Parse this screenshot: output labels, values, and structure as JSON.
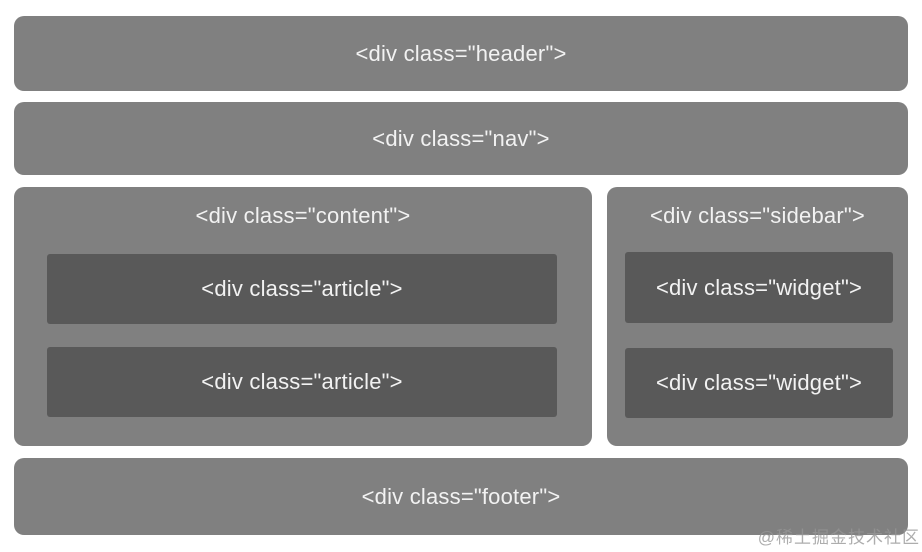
{
  "diagram": {
    "blocks": {
      "header": {
        "label": "<div class=\"header\">"
      },
      "nav": {
        "label": "<div class=\"nav\">"
      },
      "content": {
        "label": "<div class=\"content\">",
        "children": [
          {
            "label": "<div class=\"article\">"
          },
          {
            "label": "<div class=\"article\">"
          }
        ]
      },
      "sidebar": {
        "label": "<div class=\"sidebar\">",
        "children": [
          {
            "label": "<div class=\"widget\">"
          },
          {
            "label": "<div class=\"widget\">"
          }
        ]
      },
      "footer": {
        "label": "<div class=\"footer\">"
      }
    },
    "colors": {
      "outer_block": "#808080",
      "inner_block": "#595959",
      "label_text": "#f2f2f2",
      "background": "#ffffff",
      "watermark": "#969696"
    },
    "watermark": "@稀土掘金技术社区"
  }
}
